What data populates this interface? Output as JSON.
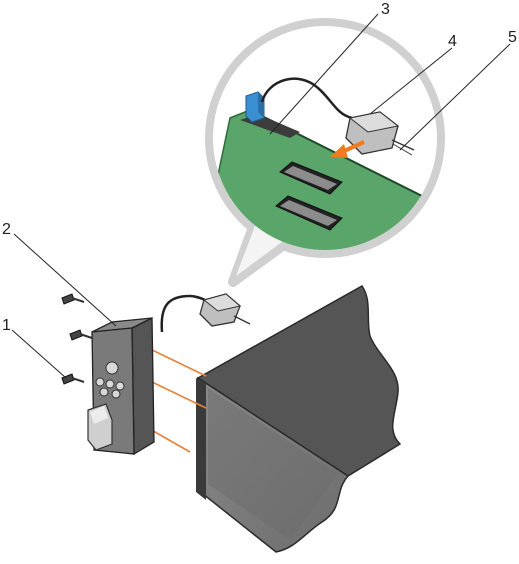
{
  "callouts": [
    {
      "number": "1"
    },
    {
      "number": "2"
    },
    {
      "number": "3"
    },
    {
      "number": "4"
    },
    {
      "number": "5"
    }
  ],
  "colors": {
    "board_green": "#5aa66a",
    "chassis_dark": "#5a5a5a",
    "chassis_face": "#7d7d7d",
    "guide_orange": "#e8823a",
    "arrow_orange": "#f07a1e",
    "clip_blue": "#3a8fd0",
    "outline": "#2a2a2a"
  },
  "icons": [
    "screw-icon",
    "control-panel-icon",
    "cable-connector-icon",
    "orange-arrow-icon",
    "blue-clip-icon",
    "connector-slot-icon"
  ]
}
